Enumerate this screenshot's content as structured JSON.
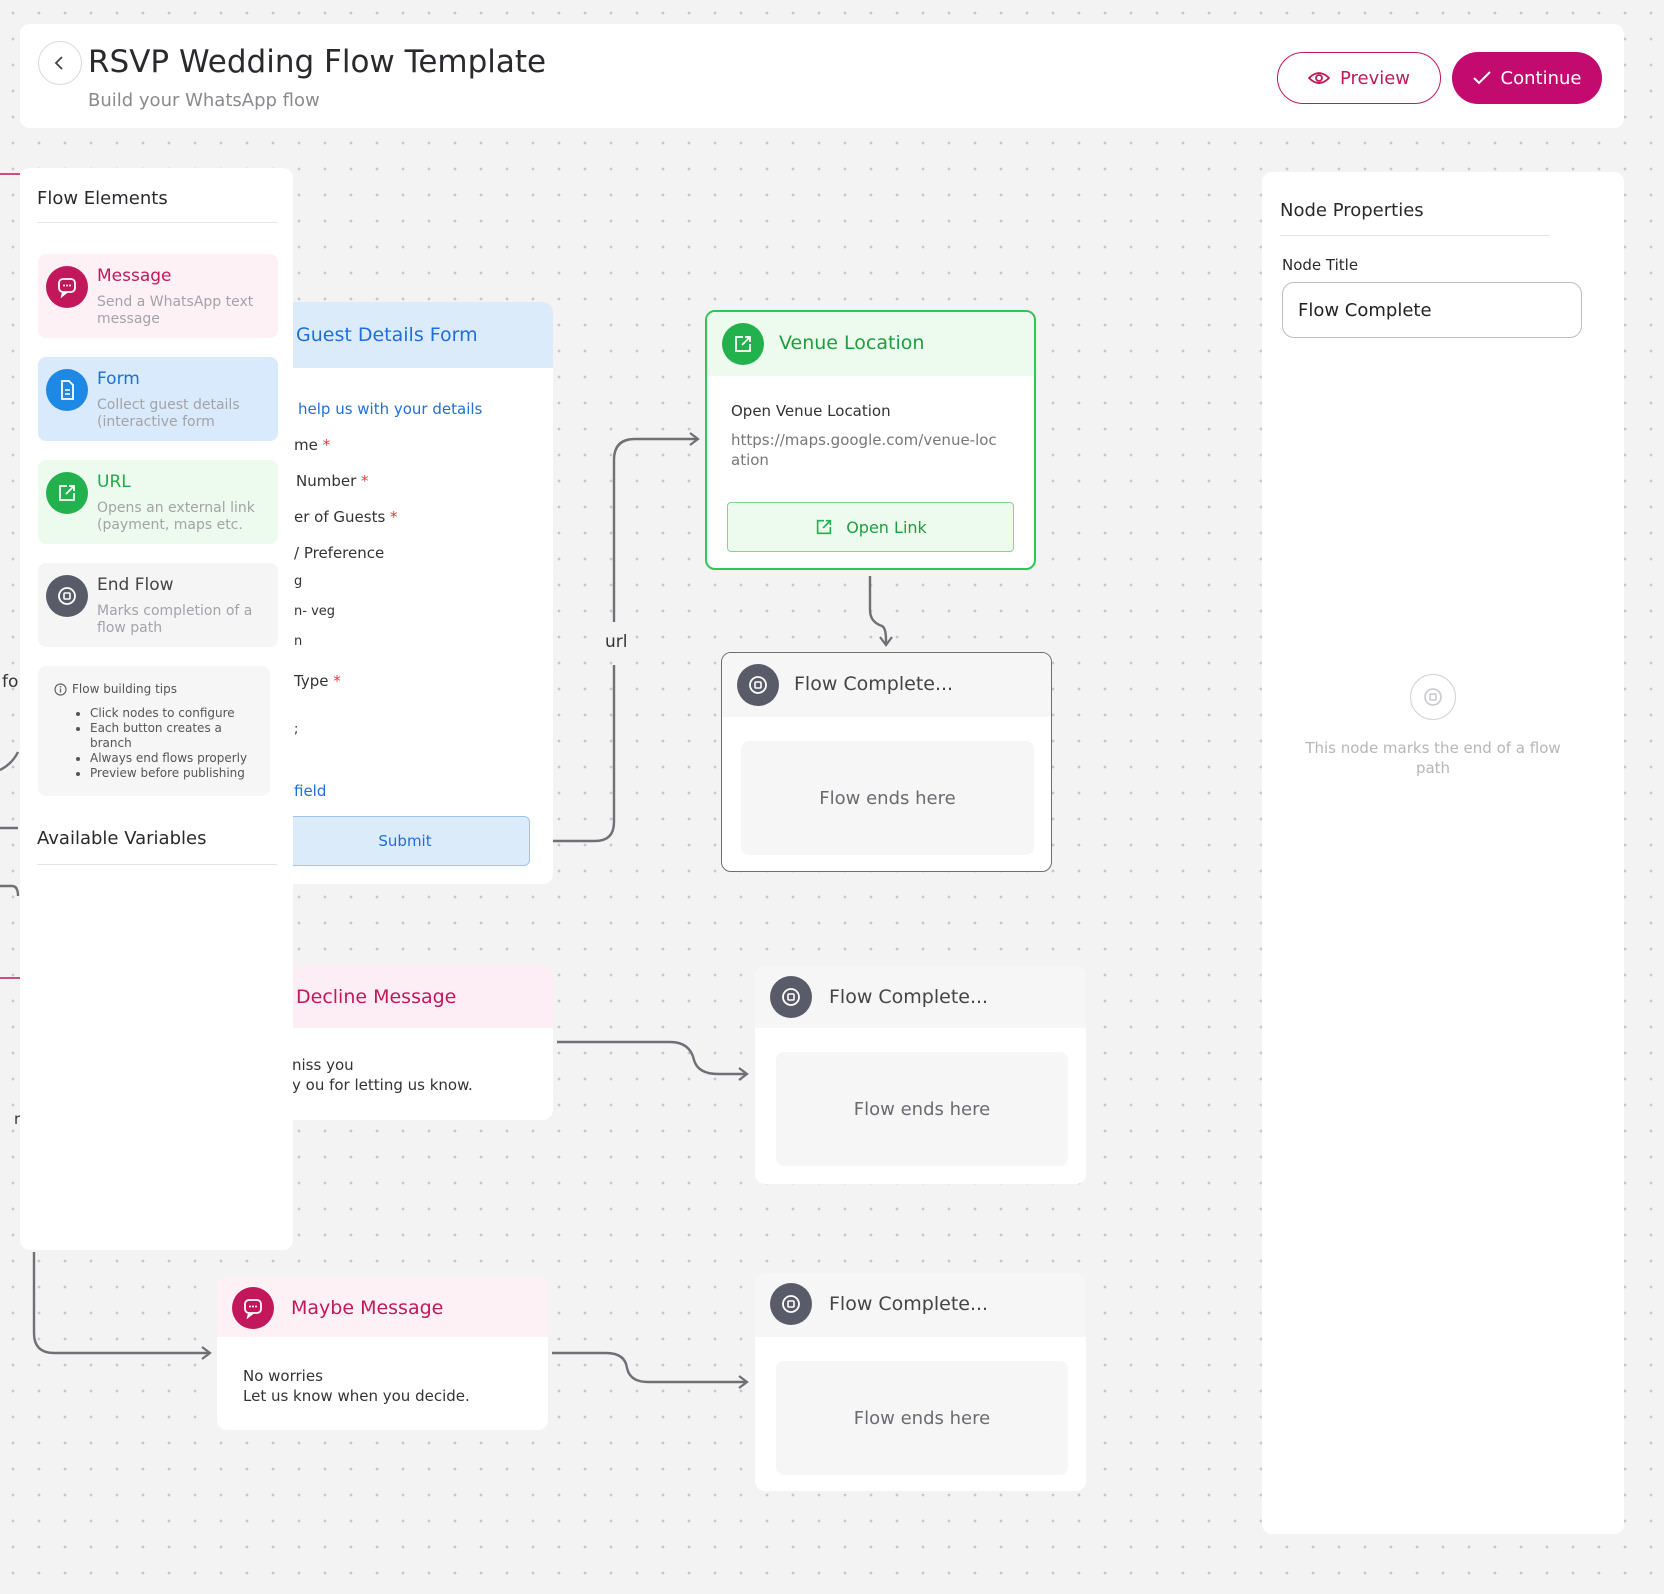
{
  "header": {
    "title": "RSVP Wedding Flow Template",
    "subtitle": "Build your WhatsApp flow",
    "preview_label": "Preview",
    "continue_label": "Continue"
  },
  "left_panel": {
    "heading": "Flow Elements",
    "elements": [
      {
        "name": "Message",
        "desc": "Send a WhatsApp text message",
        "icon": "chat-icon",
        "color": "#c2185b"
      },
      {
        "name": "Form",
        "desc": "Collect guest details (interactive form",
        "icon": "document-icon",
        "color": "#1e88e5"
      },
      {
        "name": "URL",
        "desc": "Opens an external link (payment, maps etc.",
        "icon": "external-link-icon",
        "color": "#22b14c"
      },
      {
        "name": "End Flow",
        "desc": "Marks completion of a flow path",
        "icon": "stop-icon",
        "color": "#595b68"
      }
    ],
    "tips": {
      "title": "Flow building tips",
      "items": [
        "Click nodes to configure",
        "Each button creates a branch",
        "Always end flows properly",
        "Preview before publishing"
      ]
    },
    "variables_heading": "Available Variables"
  },
  "canvas": {
    "edge_fragments": [
      "fo",
      "r"
    ],
    "connection_label": "url",
    "guest_form": {
      "title": "Guest Details Form",
      "subtitle": "help us with your details",
      "fields": [
        "me",
        "Number",
        "er of Guests",
        "/ Preference",
        "g",
        "n- veg",
        "n",
        "Type",
        ";"
      ],
      "field_link": "field",
      "submit_label": "Submit"
    },
    "venue": {
      "title": "Venue Location",
      "label": "Open Venue Location",
      "url": "https://maps.google.com/venue-location",
      "button_label": "Open Link"
    },
    "flow_complete_1": {
      "title": "Flow Complete...",
      "body": "Flow ends here"
    },
    "decline": {
      "title": "Decline Message",
      "line1": "niss you",
      "line2": "y ou for letting us know."
    },
    "flow_complete_2": {
      "title": "Flow Complete...",
      "body": "Flow ends here"
    },
    "maybe": {
      "title": "Maybe Message",
      "line1": "No worries",
      "line2": "Let us know when you decide."
    },
    "flow_complete_3": {
      "title": "Flow Complete...",
      "body": "Flow ends here"
    }
  },
  "node_properties": {
    "heading": "Node Properties",
    "node_title_label": "Node Title",
    "node_title_value": "Flow Complete",
    "empty_message": "This node marks the end of a flow path"
  },
  "colors": {
    "brand": "#c20a6f",
    "form_blue": "#1e88e5",
    "url_green": "#22b14c",
    "end_gray": "#595b68"
  }
}
